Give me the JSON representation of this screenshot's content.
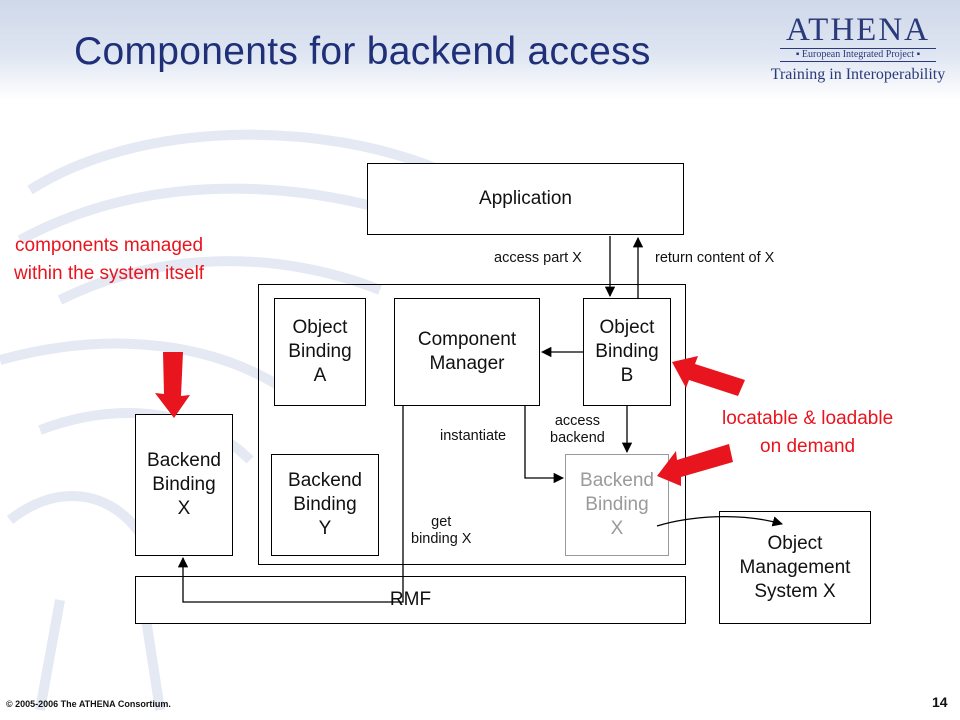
{
  "slide": {
    "title": "Components for backend access",
    "page_number": "14",
    "copyright": "© 2005-2006 The ATHENA Consortium."
  },
  "logo": {
    "name": "ATHENA",
    "subtitle": "▪ European Integrated Project ▪",
    "tagline": "Training in Interoperability"
  },
  "diagram": {
    "application": "Application",
    "object_binding_a": "Object\nBinding\nA",
    "component_manager": "Component\nManager",
    "object_binding_b": "Object\nBinding\nB",
    "backend_binding_y": "Backend\nBinding\nY",
    "backend_binding_x_inner": "Backend\nBinding\nX",
    "backend_binding_x_outer": "Backend\nBinding\nX",
    "rmf": "RMF",
    "object_management_system": "Object\nManagement\nSystem X",
    "label_access_part": "access part X",
    "label_return_content": "return content of X",
    "label_access_backend": "access\nbackend",
    "label_instantiate": "instantiate",
    "label_get_binding": "get\nbinding X"
  },
  "annotations": {
    "managed": "components managed\nwithin the system itself",
    "locatable": "locatable & loadable\non demand"
  },
  "colors": {
    "title": "#1f2f78",
    "annotation": "#e8141e",
    "header_band": "#cfd8ea",
    "watermark": "#e4e9f3"
  }
}
